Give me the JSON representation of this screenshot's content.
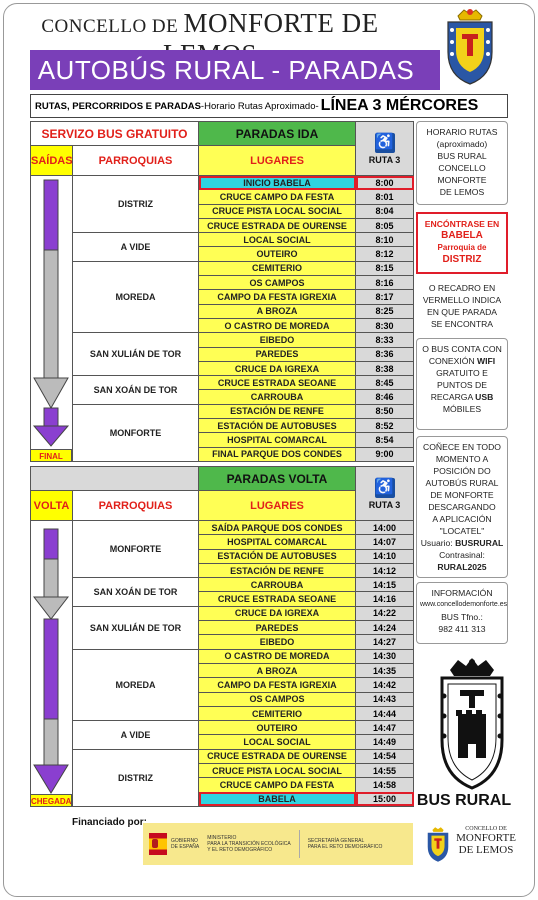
{
  "header": {
    "brand_small": "CONCELLO DE",
    "brand_big": "MONFORTE DE LEMOS",
    "title": "AUTOBÚS RURAL - PARADAS",
    "subtitle_left": "RUTAS, PERCORRIDOS E PARADAS",
    "subtitle_mid": " -Horario Rutas Aproximado- ",
    "line": "LÍNEA 3 MÉRCORES"
  },
  "ida": {
    "service": "SERVIZO BUS GRATUITO",
    "stops_header": "PARADAS IDA",
    "side_label": "SAÍDAS",
    "end_label": "FINAL",
    "col_parroquias": "PARROQUIAS",
    "col_lugares": "LUGARES",
    "col_ruta": "RUTA 3",
    "groups": [
      {
        "parroquia": "DISTRIZ",
        "stops": [
          {
            "lugar": "INICIO BABELA",
            "time": "8:00",
            "hl": true
          },
          {
            "lugar": "CRUCE CAMPO DA FESTA",
            "time": "8:01"
          },
          {
            "lugar": "CRUCE PISTA LOCAL SOCIAL",
            "time": "8:04"
          },
          {
            "lugar": "CRUCE ESTRADA DE OURENSE",
            "time": "8:05"
          }
        ]
      },
      {
        "parroquia": "A VIDE",
        "stops": [
          {
            "lugar": "LOCAL SOCIAL",
            "time": "8:10"
          },
          {
            "lugar": "OUTEIRO",
            "time": "8:12"
          }
        ]
      },
      {
        "parroquia": "MOREDA",
        "stops": [
          {
            "lugar": "CEMITERIO",
            "time": "8:15"
          },
          {
            "lugar": "OS CAMPOS",
            "time": "8:16"
          },
          {
            "lugar": "CAMPO DA FESTA IGREXIA",
            "time": "8:17"
          },
          {
            "lugar": "A BROZA",
            "time": "8:25"
          },
          {
            "lugar": "O CASTRO DE MOREDA",
            "time": "8:30"
          }
        ]
      },
      {
        "parroquia": "SAN XULIÁN DE TOR",
        "stops": [
          {
            "lugar": "EIBEDO",
            "time": "8:33"
          },
          {
            "lugar": "PAREDES",
            "time": "8:36"
          },
          {
            "lugar": "CRUCE DA IGREXA",
            "time": "8:38"
          }
        ]
      },
      {
        "parroquia": "SAN XOÁN DE TOR",
        "stops": [
          {
            "lugar": "CRUCE ESTRADA SEOANE",
            "time": "8:45"
          },
          {
            "lugar": "CARROUBA",
            "time": "8:46"
          }
        ]
      },
      {
        "parroquia": "MONFORTE",
        "stops": [
          {
            "lugar": "ESTACIÓN DE RENFE",
            "time": "8:50"
          },
          {
            "lugar": "ESTACIÓN DE AUTOBUSES",
            "time": "8:52"
          },
          {
            "lugar": "HOSPITAL COMARCAL",
            "time": "8:54"
          },
          {
            "lugar": "FINAL PARQUE DOS CONDES",
            "time": "9:00"
          }
        ]
      }
    ]
  },
  "volta": {
    "stops_header": "PARADAS VOLTA",
    "side_label": "VOLTA",
    "end_label": "CHEGADA",
    "col_parroquias": "PARROQUIAS",
    "col_lugares": "LUGARES",
    "col_ruta": "RUTA 3",
    "groups": [
      {
        "parroquia": "MONFORTE",
        "stops": [
          {
            "lugar": "SAÍDA PARQUE DOS CONDES",
            "time": "14:00"
          },
          {
            "lugar": "HOSPITAL COMARCAL",
            "time": "14:07"
          },
          {
            "lugar": "ESTACIÓN DE AUTOBUSES",
            "time": "14:10"
          },
          {
            "lugar": "ESTACIÓN DE RENFE",
            "time": "14:12"
          }
        ]
      },
      {
        "parroquia": "SAN XOÁN DE TOR",
        "stops": [
          {
            "lugar": "CARROUBA",
            "time": "14:15"
          },
          {
            "lugar": "CRUCE ESTRADA SEOANE",
            "time": "14:16"
          }
        ]
      },
      {
        "parroquia": "SAN XULIÁN DE TOR",
        "stops": [
          {
            "lugar": "CRUCE DA IGREXA",
            "time": "14:22"
          },
          {
            "lugar": "PAREDES",
            "time": "14:24"
          },
          {
            "lugar": "EIBEDO",
            "time": "14:27"
          }
        ]
      },
      {
        "parroquia": "MOREDA",
        "stops": [
          {
            "lugar": "O CASTRO DE MOREDA",
            "time": "14:30"
          },
          {
            "lugar": "A BROZA",
            "time": "14:35"
          },
          {
            "lugar": "CAMPO DA FESTA IGREXIA",
            "time": "14:42"
          },
          {
            "lugar": "OS CAMPOS",
            "time": "14:43"
          },
          {
            "lugar": "CEMITERIO",
            "time": "14:44"
          }
        ]
      },
      {
        "parroquia": "A VIDE",
        "stops": [
          {
            "lugar": "OUTEIRO",
            "time": "14:47"
          },
          {
            "lugar": "LOCAL SOCIAL",
            "time": "14:49"
          }
        ]
      },
      {
        "parroquia": "DISTRIZ",
        "stops": [
          {
            "lugar": "CRUCE ESTRADA DE OURENSE",
            "time": "14:54"
          },
          {
            "lugar": "CRUCE PISTA LOCAL SOCIAL",
            "time": "14:55"
          },
          {
            "lugar": "CRUCE CAMPO DA FESTA",
            "time": "14:58"
          },
          {
            "lugar": "BABELA",
            "time": "15:00",
            "hl": true
          }
        ]
      }
    ]
  },
  "sidebar": {
    "box1": [
      "HORARIO RUTAS",
      "(aproximado)",
      "BUS RURAL",
      "CONCELLO",
      "MONFORTE",
      "DE LEMOS"
    ],
    "box2": [
      "ENCÓNTRASE EN",
      "BABELA",
      "Parroquia de",
      "DISTRIZ"
    ],
    "box3": [
      "O RECADRO EN",
      "VERMELLO INDICA",
      "EN QUE PARADA",
      "SE ENCONTRA"
    ],
    "box4_a": "O BUS CONTA CON",
    "box4_b": "CONEXIÓN ",
    "box4_wifi": "WIFI",
    "box4_c": "GRATUITO E",
    "box4_d": "PUNTOS DE",
    "box4_e": "RECARGA ",
    "box4_usb": "USB",
    "box4_f": "MÓBILES",
    "box5": [
      "COÑECE EN TODO",
      "MOMENTO A",
      "POSICIÓN DO",
      "AUTOBÚS RURAL",
      "DE MONFORTE",
      "DESCARGANDO",
      "A APLICACIÓN",
      "\"LOCATEL\""
    ],
    "user_label": "Usuario: ",
    "user": "BUSRURAL",
    "pass_label": "Contrasinal: ",
    "pass": "RURAL2025",
    "info_title": "INFORMACIÓN",
    "info_url": "www.concellodemonforte.es",
    "info_phone_label": "BUS Tfno.:",
    "info_phone": "982 411 313",
    "bus_rural": "BUS RURAL"
  },
  "footer": {
    "funded_by": "Financiado por:",
    "gov": [
      "GOBIERNO",
      "DE ESPAÑA"
    ],
    "ministry": [
      "MINISTERIO",
      "PARA LA TRANSICIÓN ECOLÓGICA",
      "Y EL RETO DEMOGRÁFICO"
    ],
    "secretaria": [
      "SECRETARÍA GENERAL",
      "PARA EL RETO DEMOGRÁFICO"
    ],
    "brand_small": "CONCELLO DE",
    "brand_l1": "MONFORTE",
    "brand_l2": "DE LEMOS"
  },
  "colors": {
    "purple": "#7a3fb8",
    "green": "#4fb84b",
    "yellow": "#ffff55",
    "cyan": "#2fd4e0",
    "red": "#e1201a"
  },
  "icons": [
    "wheelchair-icon",
    "arrow-down-icon",
    "coat-of-arms-icon",
    "spain-flag-icon"
  ]
}
